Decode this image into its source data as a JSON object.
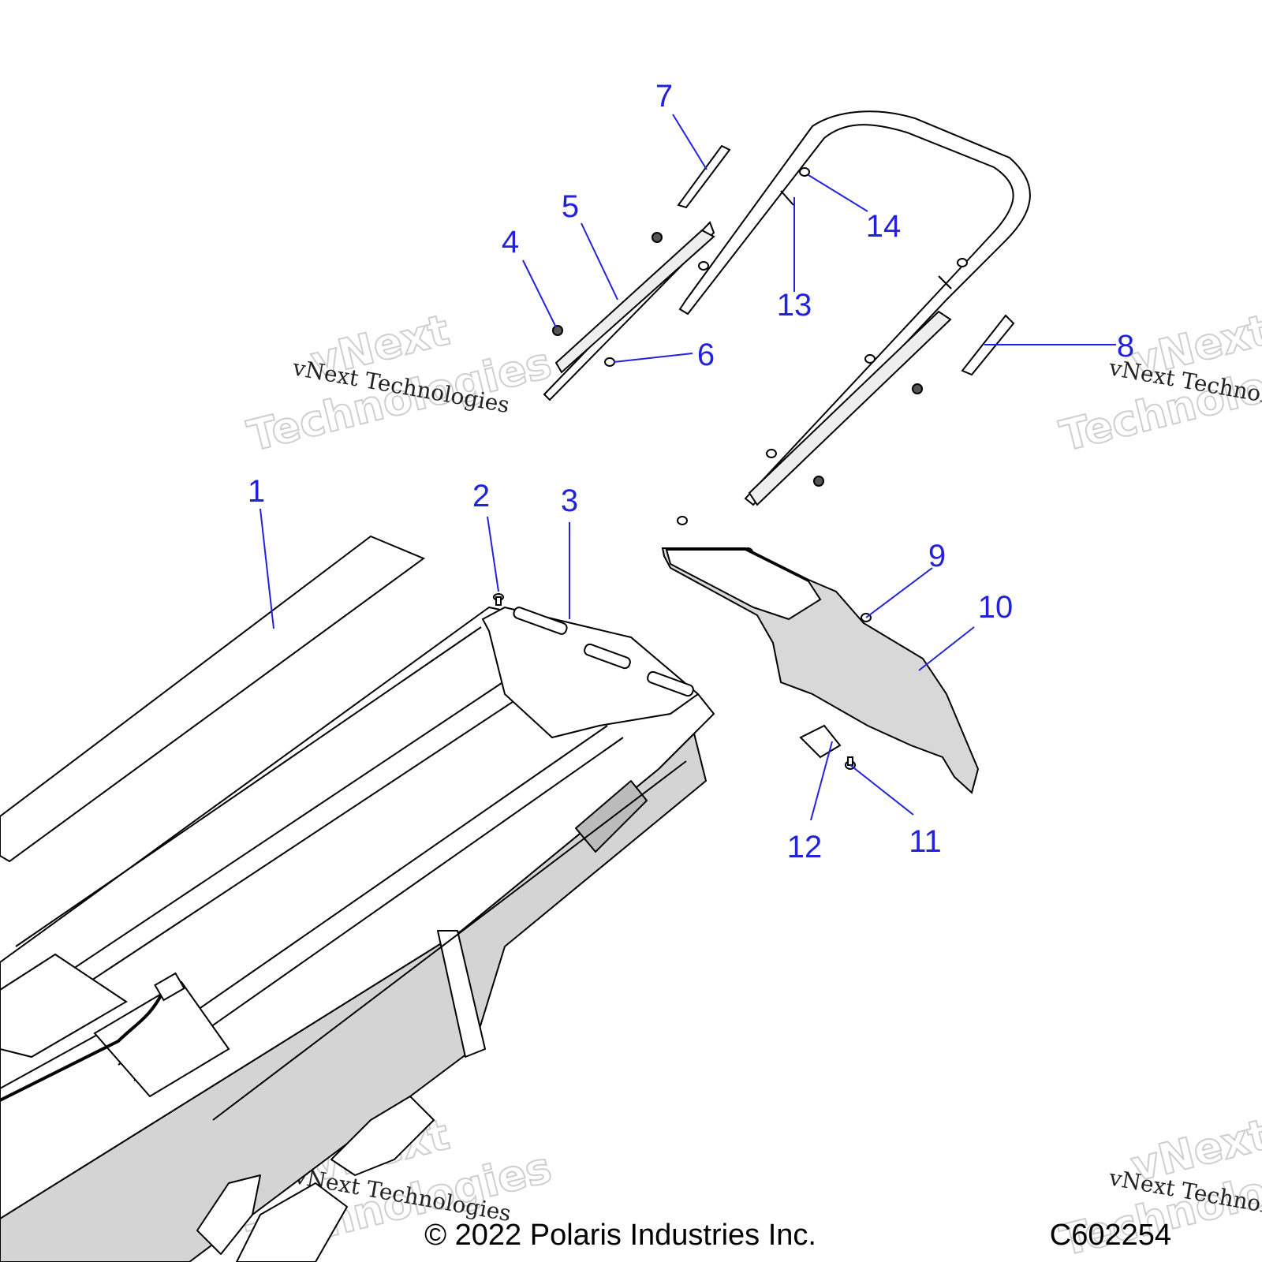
{
  "colors": {
    "callout": "#2222dd",
    "line": "#000000",
    "watermark": "#cfcfcf",
    "fill_dark": "#d4d4d4",
    "fill_light": "#eeeeee"
  },
  "callouts": [
    {
      "label": "1"
    },
    {
      "label": "2"
    },
    {
      "label": "3"
    },
    {
      "label": "4"
    },
    {
      "label": "5"
    },
    {
      "label": "6"
    },
    {
      "label": "7"
    },
    {
      "label": "8"
    },
    {
      "label": "9"
    },
    {
      "label": "10"
    },
    {
      "label": "11"
    },
    {
      "label": "12"
    },
    {
      "label": "13"
    },
    {
      "label": "14"
    }
  ],
  "footer": {
    "copyright": "© 2022 Polaris Industries Inc.",
    "diagram_code": "C602254"
  },
  "watermark": {
    "big_line1": "vNext",
    "big_line2": "Technologies",
    "small": "vNext Technologies"
  }
}
